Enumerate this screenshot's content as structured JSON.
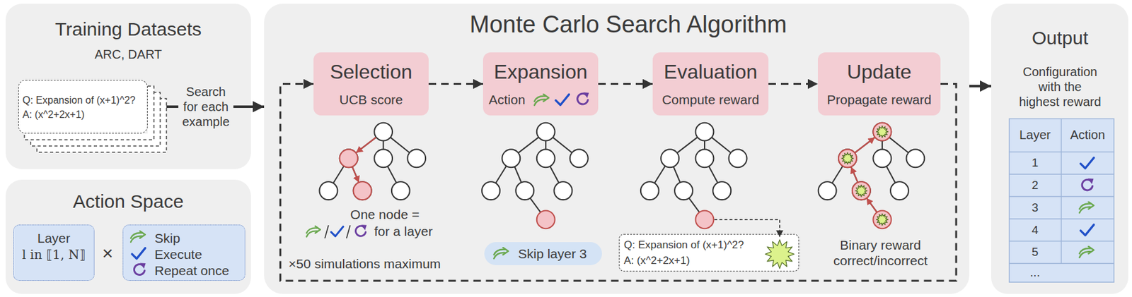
{
  "diagram": {
    "nodes": [
      {
        "text": [
          "Training Datasets",
          "ARC, DART"
        ]
      },
      {
        "text": [
          "Q: Expansion of (x+1)^2?",
          "A: (x^2+2x+1)"
        ],
        "in": 0
      },
      {
        "text": [
          "Action Space"
        ]
      },
      {
        "text": [
          "Layer",
          "l in ⟦1, N⟧"
        ],
        "in": 2
      },
      {
        "text": [
          "Skip",
          "Execute",
          "Repeat once"
        ],
        "in": 2
      },
      {
        "text": [
          "Monte Carlo Search Algorithm"
        ]
      },
      {
        "text": [
          "Selection",
          "UCB score"
        ],
        "in": 5
      },
      {
        "text": [
          "Expansion",
          "Action"
        ],
        "in": 5
      },
      {
        "text": [
          "Evaluation",
          "Compute reward"
        ],
        "in": 5
      },
      {
        "text": [
          "Update",
          "Propagate reward"
        ],
        "in": 5
      },
      {
        "text": [
          "Skip layer 3"
        ],
        "in": 5
      },
      {
        "text": [
          "Q: Expansion of (x+1)^2?",
          "A: (x^2+2x+1)"
        ],
        "in": 5
      },
      {
        "text": [
          "Output",
          "Configuration with the highest reward"
        ]
      }
    ],
    "edges": [
      {
        "from": 1,
        "to": 5,
        "arrow": "to",
        "label": "Search for each example"
      },
      {
        "from": 6,
        "to": 7,
        "arrow": "to"
      },
      {
        "from": 7,
        "to": 8,
        "arrow": "to"
      },
      {
        "from": 8,
        "to": 9,
        "arrow": "to"
      },
      {
        "from": 9,
        "to": 6,
        "arrow": "to"
      },
      {
        "from": 5,
        "to": 12,
        "arrow": "to"
      }
    ],
    "labels": [
      "×",
      "One node =",
      "for a layer",
      "×50 simulations maximum",
      "Binary reward correct/incorrect",
      "Layer",
      "Action",
      "1",
      "2",
      "3",
      "4",
      "5",
      "..."
    ]
  }
}
